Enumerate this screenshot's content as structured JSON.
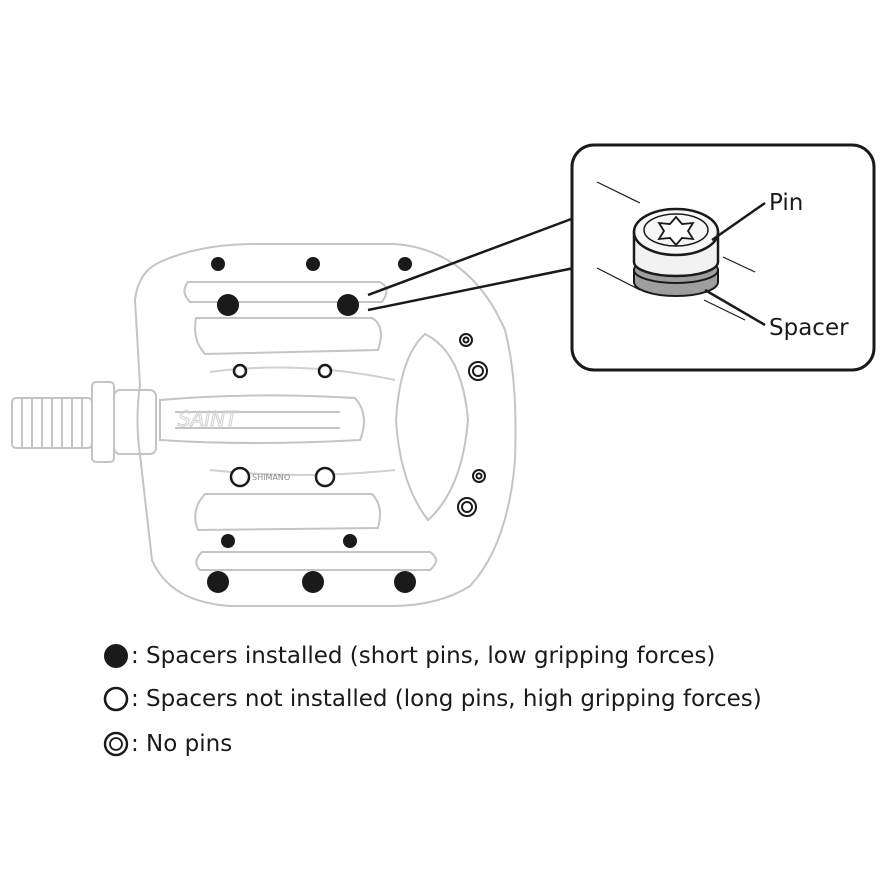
{
  "callout": {
    "pin_label": "Pin",
    "spacer_label": "Spacer"
  },
  "pedal": {
    "brand_logo": "SAINT",
    "maker_logo": "SHIMANO"
  },
  "legend": [
    {
      "symbol": "filled-circle",
      "text": ": Spacers installed (short pins, low gripping forces)"
    },
    {
      "symbol": "open-circle",
      "text": ": Spacers not installed (long pins, high gripping forces)"
    },
    {
      "symbol": "double-circle",
      "text": ": No pins"
    }
  ],
  "colors": {
    "outline": "#1a1a1a",
    "pedal_outline": "#bdbdbd",
    "spacer_fill": "#9e9e9e",
    "pin_fill": "#f2f2f2"
  }
}
